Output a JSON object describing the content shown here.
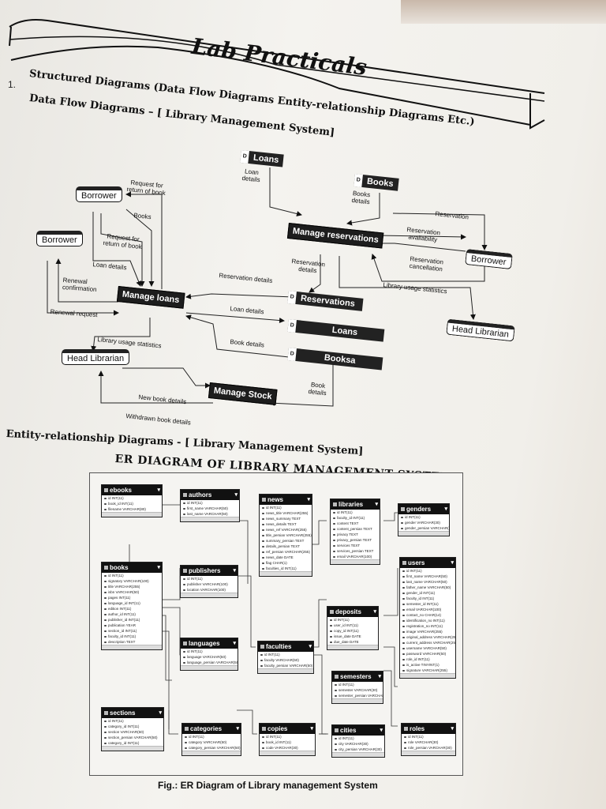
{
  "banner": {
    "title": "Lab Practicals"
  },
  "section1": {
    "number": "1.",
    "heading1": "Structured Diagrams (Data Flow Diagrams Entity-relationship Diagrams Etc.)",
    "heading2": "Data Flow Diagrams – [ Library Management System]"
  },
  "dfd": {
    "entities": {
      "borrower_top": "Borrower",
      "borrower_left": "Borrower",
      "borrower_right": "Borrower",
      "head_librarian_left": "Head Librarian",
      "head_librarian_right": "Head Librarian"
    },
    "processes": {
      "manage_loans": "Manage loans",
      "manage_reservations": "Manage reservations",
      "manage_stock": "Manage Stock"
    },
    "stores": {
      "marker": "D",
      "loans_top": "Loans",
      "books_top": "Books",
      "reservations": "Reservations",
      "loans_mid": "Loans",
      "books_mid": "Booksa"
    },
    "flows": {
      "request_return_1": "Request for\nreturn of book",
      "books_1": "Books",
      "request_return_2": "Request for\nreturn of book",
      "loan_details_1": "Loan details",
      "renewal_confirmation": "Renewal\nconfirmation",
      "renewal_request": "Renewal request",
      "loan_details_top": "Loan\ndetails",
      "books_details_top": "Books\ndetails",
      "reservation": "Reservation",
      "reservation_availability": "Reservation\navailability",
      "reservation_cancellation": "Reservation\ncancellation",
      "reservation_details_1": "Reservation\ndetails",
      "library_usage_stats_right": "Library usage statistics",
      "reservation_details_2": "Reservation details",
      "loan_details_2": "Loan details",
      "book_details_1": "Book details",
      "library_usage_stats_left": "Library usage statistics",
      "new_book_details": "New book details",
      "book_details_2": "Book\ndetails",
      "withdrawn_book_details": "Withdrawn book details"
    }
  },
  "section2": {
    "heading": "Entity-relationship Diagrams - [ Library Management System]"
  },
  "er": {
    "title": "ER DIAGRAM OF LIBRARY MANAGEMENT SYSTEM",
    "tables": {
      "ebooks": {
        "name": "ebooks",
        "fields": [
          "id INT(11)",
          "book_id INT(11)",
          "filename VARCHAR(80)"
        ]
      },
      "authors": {
        "name": "authors",
        "fields": [
          "id INT(11)",
          "first_name VARCHAR(50)",
          "last_name VARCHAR(50)"
        ]
      },
      "news": {
        "name": "news",
        "fields": [
          "id INT(11)",
          "news_title VARCHAR(255)",
          "news_summary TEXT",
          "news_details TEXT",
          "news_ref VARCHAR(255)",
          "title_persian VARCHAR(255)",
          "summary_persian TEXT",
          "details_persian TEXT",
          "ref_persian VARCHAR(255)",
          "news_date DATE",
          "flag CHAR(1)",
          "faculties_id INT(11)"
        ]
      },
      "libraries": {
        "name": "libraries",
        "fields": [
          "id INT(11)",
          "faculty_id INT(11)",
          "content TEXT",
          "content_persian TEXT",
          "privacy TEXT",
          "privacy_persian TEXT",
          "services TEXT",
          "services_persian TEXT",
          "email VARCHAR(100)"
        ]
      },
      "genders": {
        "name": "genders",
        "fields": [
          "id INT(11)",
          "gender VARCHAR(30)",
          "gender_persian VARCHAR(30)"
        ]
      },
      "books": {
        "name": "books",
        "fields": [
          "id INT(11)",
          "signatory VARCHAR(100)",
          "title VARCHAR(255)",
          "isbn VARCHAR(50)",
          "pages INT(11)",
          "language_id INT(11)",
          "edition INT(11)",
          "author_id INT(11)",
          "publisher_id INT(11)",
          "publication YEAR",
          "section_id INT(11)",
          "faculty_id INT(11)",
          "description TEXT"
        ]
      },
      "publishers": {
        "name": "publishers",
        "fields": [
          "id INT(11)",
          "publisher VARCHAR(100)",
          "location VARCHAR(100)"
        ]
      },
      "users": {
        "name": "users",
        "fields": [
          "id INT(11)",
          "first_name VARCHAR(50)",
          "last_name VARCHAR(50)",
          "father_name VARCHAR(50)",
          "gender_id INT(11)",
          "faculty_id INT(11)",
          "semester_id INT(11)",
          "email VARCHAR(100)",
          "contact_no CHAR(14)",
          "identification_no INT(11)",
          "registration_no INT(11)",
          "image VARCHAR(255)",
          "original_address VARCHAR(255)",
          "current_address VARCHAR(255)",
          "username VARCHAR(50)",
          "password VARCHAR(50)",
          "role_id INT(11)",
          "is_active TINYINT(1)",
          "signature VARCHAR(255)"
        ]
      },
      "deposits": {
        "name": "deposits",
        "fields": [
          "id INT(11)",
          "user_id INT(11)",
          "copy_id INT(11)",
          "issue_date DATE",
          "due_date DATE"
        ]
      },
      "languages": {
        "name": "languages",
        "fields": [
          "id INT(11)",
          "language VARCHAR(50)",
          "language_persian VARCHAR(50)"
        ]
      },
      "faculties": {
        "name": "faculties",
        "fields": [
          "id INT(11)",
          "faculty VARCHAR(50)",
          "faculty_persian VARCHAR(50)"
        ]
      },
      "semesters": {
        "name": "semesters",
        "fields": [
          "id INT(11)",
          "semester VARCHAR(30)",
          "semester_persian VARCHAR(30)"
        ]
      },
      "sections": {
        "name": "sections",
        "fields": [
          "id INT(11)",
          "category_id INT(11)",
          "section VARCHAR(50)",
          "section_persian VARCHAR(50)",
          "category_id INT(11)"
        ]
      },
      "categories": {
        "name": "categories",
        "fields": [
          "id INT(11)",
          "category VARCHAR(50)",
          "category_persian VARCHAR(50)"
        ]
      },
      "copies": {
        "name": "copies",
        "fields": [
          "id INT(11)",
          "book_id INT(11)",
          "code VARCHAR(30)"
        ]
      },
      "cities": {
        "name": "cities",
        "fields": [
          "id INT(11)",
          "city VARCHAR(30)",
          "city_persian VARCHAR(30)"
        ]
      },
      "roles": {
        "name": "roles",
        "fields": [
          "id INT(11)",
          "role VARCHAR(30)",
          "role_persian VARCHAR(30)"
        ]
      }
    },
    "caption": "Fig.: ER Diagram of Library management System"
  }
}
